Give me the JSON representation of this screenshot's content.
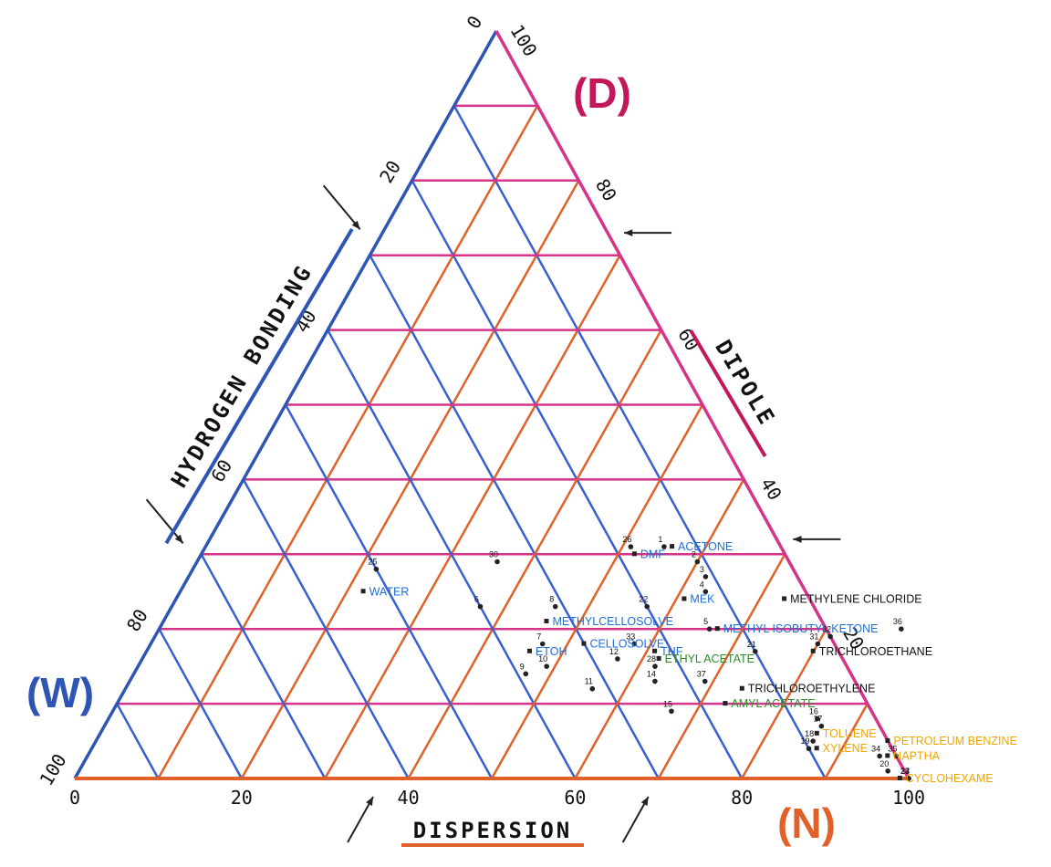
{
  "chart_data": {
    "type": "scatter",
    "subtype": "ternary",
    "vertices": {
      "top": {
        "label": "(D)",
        "color": "#c2185b"
      },
      "left": {
        "label": "(W)",
        "color": "#2f55b4"
      },
      "right": {
        "label": "(N)",
        "color": "#e0622a"
      }
    },
    "axes": {
      "hydrogen_bonding": {
        "title": "HYDROGEN BONDING",
        "color": "#2f55b4",
        "ticks": [
          "0",
          "20",
          "40",
          "60",
          "80",
          "100"
        ]
      },
      "dipole": {
        "title": "DIPOLE",
        "color": "#c2185b",
        "ticks": [
          "100",
          "80",
          "60",
          "40",
          "20"
        ]
      },
      "dispersion": {
        "title": "DISPERSION",
        "color": "#e0622a",
        "ticks": [
          "0",
          "20",
          "40",
          "60",
          "80",
          "100"
        ]
      }
    },
    "grid": {
      "step": 10,
      "colors": {
        "hydrogen_bonding": "#3a5fd0",
        "dipole": "#d6338a",
        "dispersion": "#e0622a"
      }
    },
    "arrows": [
      {
        "axis": "dipole",
        "value": 73
      },
      {
        "axis": "dipole",
        "value": 32
      },
      {
        "axis": "hydrogen_bonding",
        "value": 28
      },
      {
        "axis": "hydrogen_bonding",
        "value": 70
      },
      {
        "axis": "dispersion",
        "value": 36
      },
      {
        "axis": "dispersion",
        "value": 69
      }
    ],
    "points": [
      {
        "n": "1",
        "d": 31,
        "disp": 55
      },
      {
        "n": "2",
        "d": 29,
        "disp": 60
      },
      {
        "n": "3",
        "d": 27,
        "disp": 62
      },
      {
        "n": "4",
        "d": 25,
        "disp": 63
      },
      {
        "n": "5",
        "d": 20,
        "disp": 66
      },
      {
        "n": "6",
        "d": 23,
        "disp": 37
      },
      {
        "n": "7",
        "d": 18,
        "disp": 47
      },
      {
        "n": "8",
        "d": 23,
        "disp": 46
      },
      {
        "n": "9",
        "d": 14,
        "disp": 47
      },
      {
        "n": "10",
        "d": 15,
        "disp": 49
      },
      {
        "n": "11",
        "d": 12,
        "disp": 56
      },
      {
        "n": "12",
        "d": 16,
        "disp": 57
      },
      {
        "n": "14",
        "d": 13,
        "disp": 63
      },
      {
        "n": "15",
        "d": 9,
        "disp": 67
      },
      {
        "n": "16",
        "d": 8,
        "disp": 85
      },
      {
        "n": "17",
        "d": 7,
        "disp": 86
      },
      {
        "n": "18",
        "d": 5,
        "disp": 86
      },
      {
        "n": "19",
        "d": 4,
        "disp": 86
      },
      {
        "n": "20",
        "d": 1,
        "disp": 97
      },
      {
        "n": "21",
        "d": 17,
        "disp": 73
      },
      {
        "n": "22",
        "d": 23,
        "disp": 57
      },
      {
        "n": "23",
        "d": 0,
        "disp": 100
      },
      {
        "n": "24",
        "d": 0,
        "disp": 100
      },
      {
        "n": "25",
        "d": 28,
        "disp": 22
      },
      {
        "n": "26",
        "d": 31,
        "disp": 51
      },
      {
        "n": "27",
        "d": 0,
        "disp": 100
      },
      {
        "n": "28",
        "d": 15,
        "disp": 62
      },
      {
        "n": "30",
        "d": 29,
        "disp": 36
      },
      {
        "n": "31",
        "d": 18,
        "disp": 80
      },
      {
        "n": "32",
        "d": 19,
        "disp": 81
      },
      {
        "n": "33",
        "d": 18,
        "disp": 58
      },
      {
        "n": "34",
        "d": 3,
        "disp": 95
      },
      {
        "n": "35",
        "d": 3,
        "disp": 97
      },
      {
        "n": "36",
        "d": 20,
        "disp": 89
      },
      {
        "n": "37",
        "d": 13,
        "disp": 69
      }
    ],
    "solvents": [
      {
        "name": "ACETONE",
        "color": "#1e6fd6",
        "d": 31,
        "disp": 56
      },
      {
        "name": "DMF",
        "color": "#1e6fd6",
        "d": 30,
        "disp": 52
      },
      {
        "name": "WATER",
        "color": "#1e6fd6",
        "d": 25,
        "disp": 22
      },
      {
        "name": "MEK",
        "color": "#1e6fd6",
        "d": 24,
        "disp": 61
      },
      {
        "name": "METHYLCELLOSOLVE",
        "color": "#1e6fd6",
        "d": 21,
        "disp": 46
      },
      {
        "name": "CELLOSOLVE",
        "color": "#1e6fd6",
        "d": 18,
        "disp": 52
      },
      {
        "name": "THF",
        "color": "#1e6fd6",
        "d": 17,
        "disp": 61
      },
      {
        "name": "ETOH",
        "color": "#1e6fd6",
        "d": 17,
        "disp": 46
      },
      {
        "name": "METHYL ISOBUTYL KETONE",
        "color": "#1e6fd6",
        "d": 20,
        "disp": 67
      },
      {
        "name": "METHYLENE CHLORIDE",
        "color": "#111111",
        "d": 24,
        "disp": 73
      },
      {
        "name": "TRICHLOROETHANE",
        "color": "#111111",
        "d": 17,
        "disp": 80
      },
      {
        "name": "TRICHLOROETHYLENE",
        "color": "#111111",
        "d": 12,
        "disp": 74
      },
      {
        "name": "ETHYL ACETATE",
        "color": "#2e8b2e",
        "d": 16,
        "disp": 62
      },
      {
        "name": "AMYL ACETATE",
        "color": "#2e8b2e",
        "d": 10,
        "disp": 73
      },
      {
        "name": "TOLUENE",
        "color": "#f0a500",
        "d": 6,
        "disp": 86
      },
      {
        "name": "XYLENE",
        "color": "#f0a500",
        "d": 4,
        "disp": 87
      },
      {
        "name": "PETROLEUM BENZINE",
        "color": "#f0a500",
        "d": 5,
        "disp": 95
      },
      {
        "name": "NAPTHA",
        "color": "#f0a500",
        "d": 3,
        "disp": 96
      },
      {
        "name": "CYCLOHEXAME",
        "color": "#f0a500",
        "d": 0,
        "disp": 99
      }
    ]
  }
}
